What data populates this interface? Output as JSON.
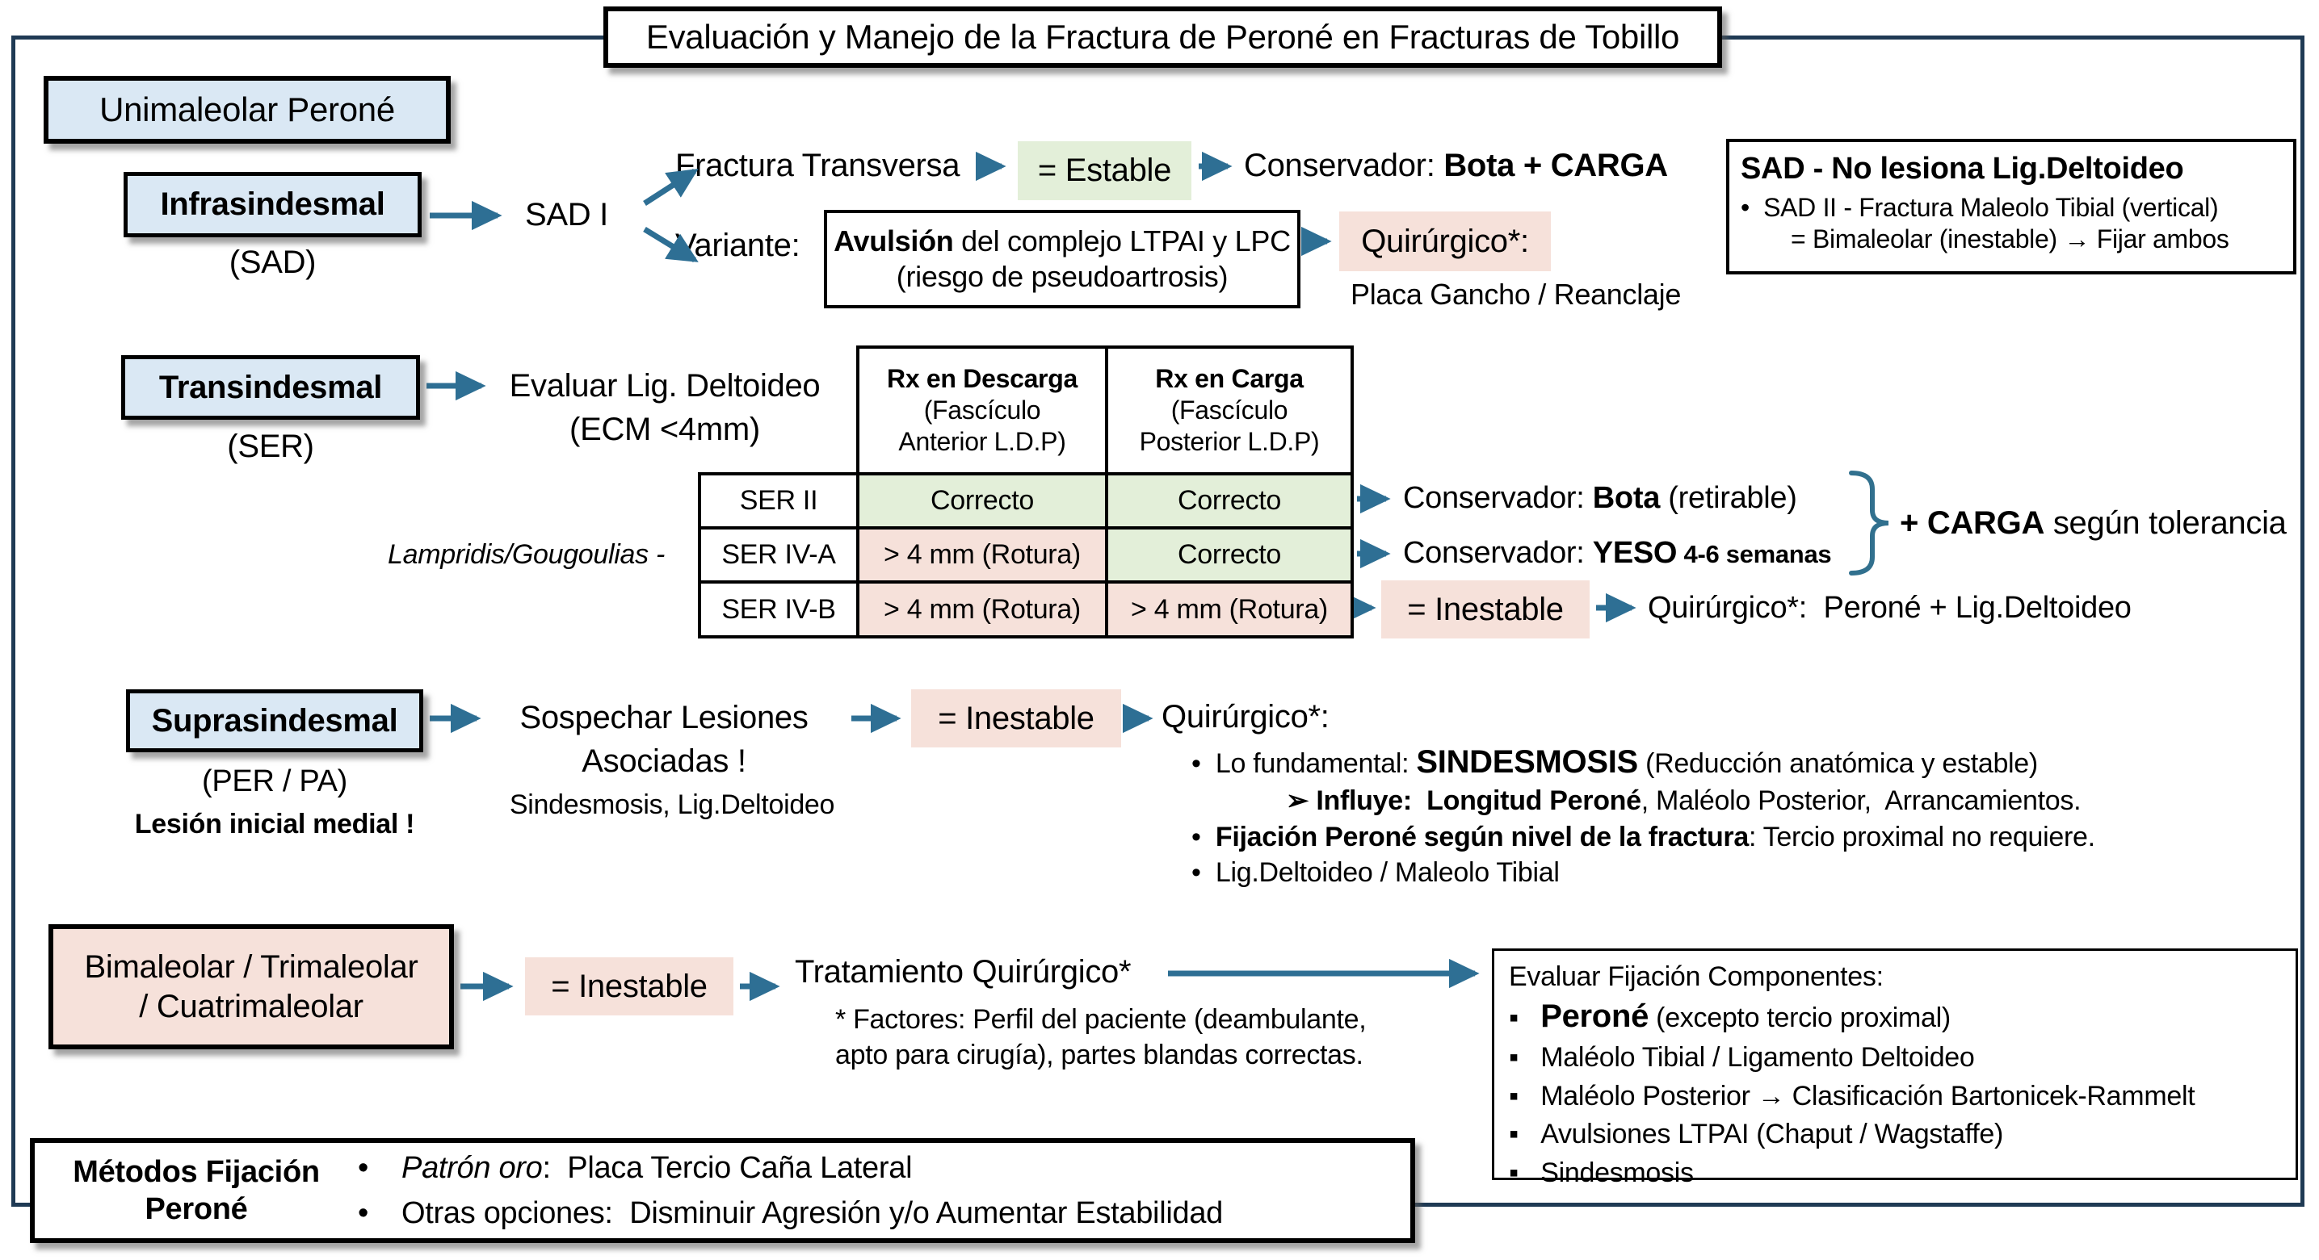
{
  "colors": {
    "arrow_blue": "#2E6F94",
    "bracket_blue": "#31708E",
    "outer_border_navy": "#1F3A54",
    "light_blue_fill": "#DAE8F4",
    "green_fill": "#E3EFD9",
    "pink_fill": "#F6E1DA"
  },
  "title": "Evaluación y Manejo de la Fractura de Peroné en Fracturas de Tobillo",
  "unimaleolar": {
    "label": "Unimaleolar Peroné"
  },
  "infrasindesmal": {
    "label": "Infrasindesmal",
    "sublabel": "(SAD)",
    "node": "SAD I",
    "transversa": "Fractura Transversa",
    "estable_badge": "= Estable",
    "conservador_prefix": "Conservador: ",
    "conservador_bold": "Bota + CARGA",
    "variante": "Variante:",
    "avulsion_bold": "Avulsión",
    "avulsion_rest": " del complejo LTPAI y LPC",
    "avulsion_line2": "(riesgo de pseudoartrosis)",
    "quirurgico_badge": "Quirúrgico*:",
    "quirurgico_detail": "Placa Gancho / Reanclaje"
  },
  "sad_note": {
    "title": "SAD - No lesiona Lig.Deltoideo",
    "bullet_glyph": "•",
    "bullet": "SAD II - Fractura Maleolo Tibial (vertical)",
    "line2": "= Bimaleolar (inestable) → Fijar ambos"
  },
  "transindesmal": {
    "label": "Transindesmal",
    "sublabel": "(SER)",
    "eval_line1": "Evaluar Lig. Deltoideo",
    "eval_line2": "(ECM <4mm)",
    "reference": "Lampridis/Gougoulias -",
    "table": {
      "headers": [
        {
          "line1": "Rx en Descarga",
          "line2": "(Fascículo",
          "line3": "Anterior L.D.P)"
        },
        {
          "line1": "Rx en Carga",
          "line2": "(Fascículo",
          "line3": "Posterior L.D.P)"
        }
      ],
      "rows": [
        {
          "name": "SER II",
          "c1": "Correcto",
          "c2": "Correcto"
        },
        {
          "name": "SER IV-A",
          "c1": "> 4 mm (Rotura)",
          "c2": "Correcto"
        },
        {
          "name": "SER IV-B",
          "c1": "> 4 mm (Rotura)",
          "c2": "> 4 mm (Rotura)"
        }
      ]
    },
    "outcomes": {
      "row1_prefix": "Conservador: ",
      "row1_bold": "Bota",
      "row1_rest": " (retirable)",
      "row2_prefix": "Conservador: ",
      "row2_bold": "YESO",
      "row2_small": " 4-6 semanas",
      "carga_bold": "+ CARGA",
      "carga_rest": " según tolerancia",
      "row3_badge": "= Inestable",
      "row3_text": "Quirúrgico*:  Peroné + Lig.Deltoideo"
    }
  },
  "suprasindesmal": {
    "label": "Suprasindesmal",
    "sublabel": "(PER / PA)",
    "warning": "Lesión inicial medial !",
    "suspect_line1": "Sospechar Lesiones",
    "suspect_line2": "Asociadas !",
    "suspect_sub": "Sindesmosis, Lig.Deltoideo",
    "inestable_badge": "= Inestable",
    "quirurgico": "Quirúrgico*:",
    "bullet_glyph": "•",
    "b1_pre": "Lo fundamental: ",
    "b1_caps": "SINDESMOSIS",
    "b1_rest": " (Reducción anatómica y estable)",
    "sub_glyph": "➢",
    "sub_bold": "Influye:  Longitud Peroné",
    "sub_rest": ", Maléolo Posterior,  Arrancamientos.",
    "b2_bold": "Fijación Peroné según nivel de la fractura",
    "b2_rest": ": Tercio proximal no requiere.",
    "b3": "Lig.Deltoideo / Maleolo Tibial"
  },
  "bimaleolar": {
    "label_line1": "Bimaleolar / Trimaleolar",
    "label_line2": "/ Cuatrimaleolar",
    "inestable_badge": "= Inestable",
    "treatment": "Tratamiento Quirúrgico*",
    "factors_line1": "* Factores: Perfil del paciente (deambulante,",
    "factors_line2": "apto para cirugía), partes blandas correctas."
  },
  "evaluar": {
    "title": "Evaluar Fijación Componentes:",
    "bullet_glyph": "▪",
    "item1_bold": "Peroné",
    "item1_rest": " (excepto tercio proximal)",
    "item2": "Maléolo Tibial / Ligamento Deltoideo",
    "item3": "Maléolo Posterior → Clasificación Bartonicek-Rammelt",
    "item4": "Avulsiones LTPAI (Chaput / Wagstaffe)",
    "item5": "Sindesmosis"
  },
  "metodos": {
    "label_line1": "Métodos Fijación",
    "label_line2": "Peroné",
    "bullet_glyph": "•",
    "b1_italic": "Patrón oro",
    "b1_rest": ":  Placa Tercio Caña Lateral",
    "b2": "Otras opciones:  Disminuir Agresión y/o Aumentar Estabilidad"
  }
}
